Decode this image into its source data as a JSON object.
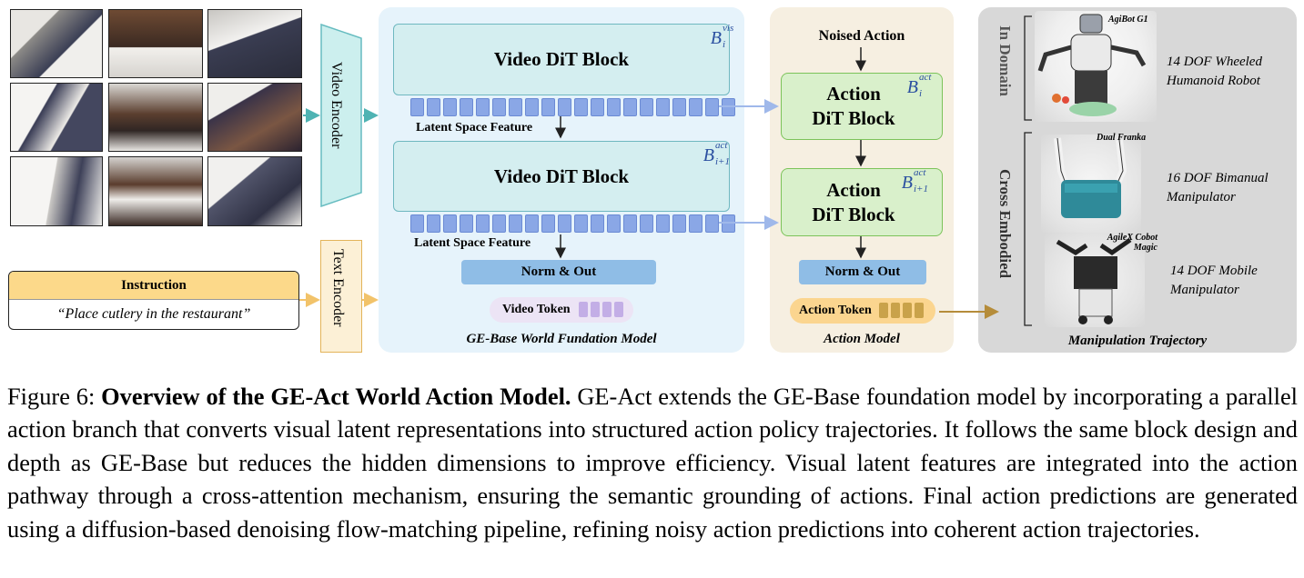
{
  "diagram": {
    "video_encoder": "Video Encoder",
    "text_encoder": "Text Encoder",
    "instruction": {
      "header": "Instruction",
      "text": "“Place cutlery in the restaurant”"
    },
    "base_model": {
      "block1_title": "Video DiT Block",
      "block1_symbol": {
        "base": "B",
        "sup": "vis",
        "sub": "i"
      },
      "block2_title": "Video DiT Block",
      "block2_symbol": {
        "base": "B",
        "sup": "act",
        "sub": "i+1"
      },
      "latent_label_1": "Latent Space Feature",
      "latent_label_2": "Latent Space Feature",
      "norm_out": "Norm & Out",
      "video_token": "Video Token",
      "caption": "GE-Base World Fundation Model"
    },
    "action_model": {
      "noised_action": "Noised Action",
      "block1_title_line1": "Action",
      "block1_title_line2": "DiT Block",
      "block1_symbol": {
        "base": "B",
        "sup": "act",
        "sub": "i"
      },
      "block2_title_line1": "Action",
      "block2_title_line2": "DiT Block",
      "block2_symbol": {
        "base": "B",
        "sup": "act",
        "sub": "i+1"
      },
      "norm_out": "Norm & Out",
      "action_token": "Action Token",
      "caption": "Action Model"
    },
    "trajectory": {
      "in_domain": "In Domain",
      "cross_embodied": "Cross Embodied",
      "robots": [
        {
          "name": "AgiBot G1",
          "desc_line1": "14 DOF Wheeled",
          "desc_line2": "Humanoid Robot"
        },
        {
          "name": "Dual Franka",
          "desc_line1": "16 DOF Bimanual",
          "desc_line2": "Manipulator"
        },
        {
          "name_line1": "AgileX Cobot",
          "name_line2": "Magic",
          "desc_line1": "14 DOF Mobile",
          "desc_line2": "Manipulator"
        }
      ],
      "caption": "Manipulation Trajectory"
    },
    "colors": {
      "video_panel": "#e6f3fb",
      "action_panel": "#f6efe1",
      "trajectory_panel": "#d8d8d8",
      "dit_fill": "#d4eef0",
      "action_fill": "#d9f0cb",
      "token": "#8aa7e6",
      "instruction_header": "#fcd98a"
    }
  },
  "caption": {
    "prefix": "Figure 6: ",
    "bold": "Overview of the GE-Act World Action Model.",
    "body": " GE-Act extends the GE-Base foundation model by incorporating a parallel action branch that converts visual latent representations into structured action policy trajectories. It follows the same block design and depth as GE-Base but reduces the hidden dimensions to improve efficiency. Visual latent features are integrated into the action pathway through a cross-attention mechanism, ensuring the semantic grounding of actions. Final action predictions are generated using a diffusion-based denoising flow-matching pipeline, refining noisy action predictions into coherent action trajectories."
  }
}
